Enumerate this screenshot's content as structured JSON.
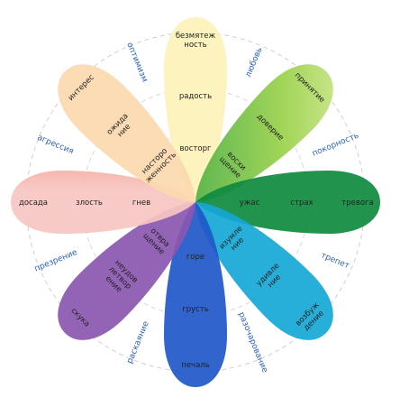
{
  "colors": {
    "joy": [
      "#fcf2b8",
      "#fcd84f",
      "#f8b22e"
    ],
    "trust": [
      "#e2f0a8",
      "#9ad14a",
      "#4fb043"
    ],
    "fear": [
      "#a5d8b0",
      "#3fae68",
      "#0f8a3e"
    ],
    "surprise": [
      "#b7e3f1",
      "#56c0e0",
      "#14a7d6"
    ],
    "sadness": [
      "#cfe0f6",
      "#5d93dc",
      "#1f57c8"
    ],
    "disgust": [
      "#e9cde8",
      "#b27bc6",
      "#8a56b0"
    ],
    "anger": [
      "#f8c6c2",
      "#ea6a4a",
      "#e8311f"
    ],
    "anticipation": [
      "#fbd9ae",
      "#f5a653",
      "#f07d18"
    ],
    "dyad_text": "#2a5fb8",
    "circle": "#cfcfcf"
  },
  "petals": [
    {
      "emotion": "joy",
      "labels": [
        "безмятеж\nность",
        "радость",
        "восторг"
      ]
    },
    {
      "emotion": "trust",
      "labels": [
        "принятие",
        "доверие",
        "восхи\nщение"
      ]
    },
    {
      "emotion": "fear",
      "labels": [
        "тревога",
        "страх",
        "ужас"
      ]
    },
    {
      "emotion": "surprise",
      "labels": [
        "возбуж\nдение",
        "удивле\nние",
        "изумле\nние"
      ]
    },
    {
      "emotion": "sadness",
      "labels": [
        "печаль",
        "грусть",
        "горе"
      ]
    },
    {
      "emotion": "disgust",
      "labels": [
        "скука",
        "неудов\nлетвор\nение",
        "отвра\nщение"
      ]
    },
    {
      "emotion": "anger",
      "labels": [
        "досада",
        "злость",
        "гнев"
      ]
    },
    {
      "emotion": "anticipation",
      "labels": [
        "интерес",
        "ожида\nние",
        "насторо\nженность"
      ]
    }
  ],
  "dyads": {
    "outer": [
      "любовь",
      "покорность",
      "трепет",
      "разочарование",
      "раскаяние",
      "презрение",
      "агрессия",
      "оптимизм"
    ],
    "inner": [
      "",
      "",
      "",
      "",
      "",
      "",
      "",
      ""
    ]
  }
}
